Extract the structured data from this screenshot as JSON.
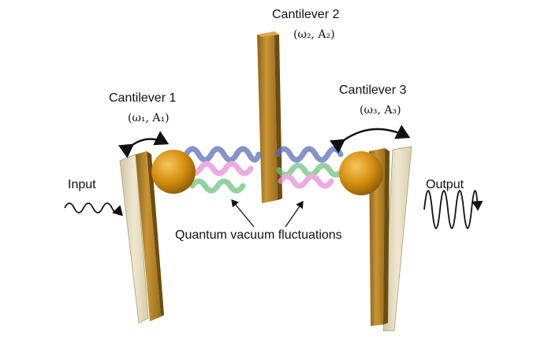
{
  "labels": {
    "cantilever1": {
      "name": "Cantilever 1",
      "params": "(ω₁, A₁)"
    },
    "cantilever2": {
      "name": "Cantilever 2",
      "params": "(ω₂, A₂)"
    },
    "cantilever3": {
      "name": "Cantilever 3",
      "params": "(ω₃, A₃)"
    },
    "input": "Input",
    "output": "Output",
    "fluctuations": "Quantum vacuum fluctuations"
  },
  "colors": {
    "cantilever": "#b8862a",
    "cantilever_dark": "#7a5812",
    "ghost": "#e4dcc0",
    "sphere": "#d99a1a",
    "wave_blue": "#5b6fb8",
    "wave_pink": "#e78fd8",
    "wave_green": "#6ec47e"
  }
}
